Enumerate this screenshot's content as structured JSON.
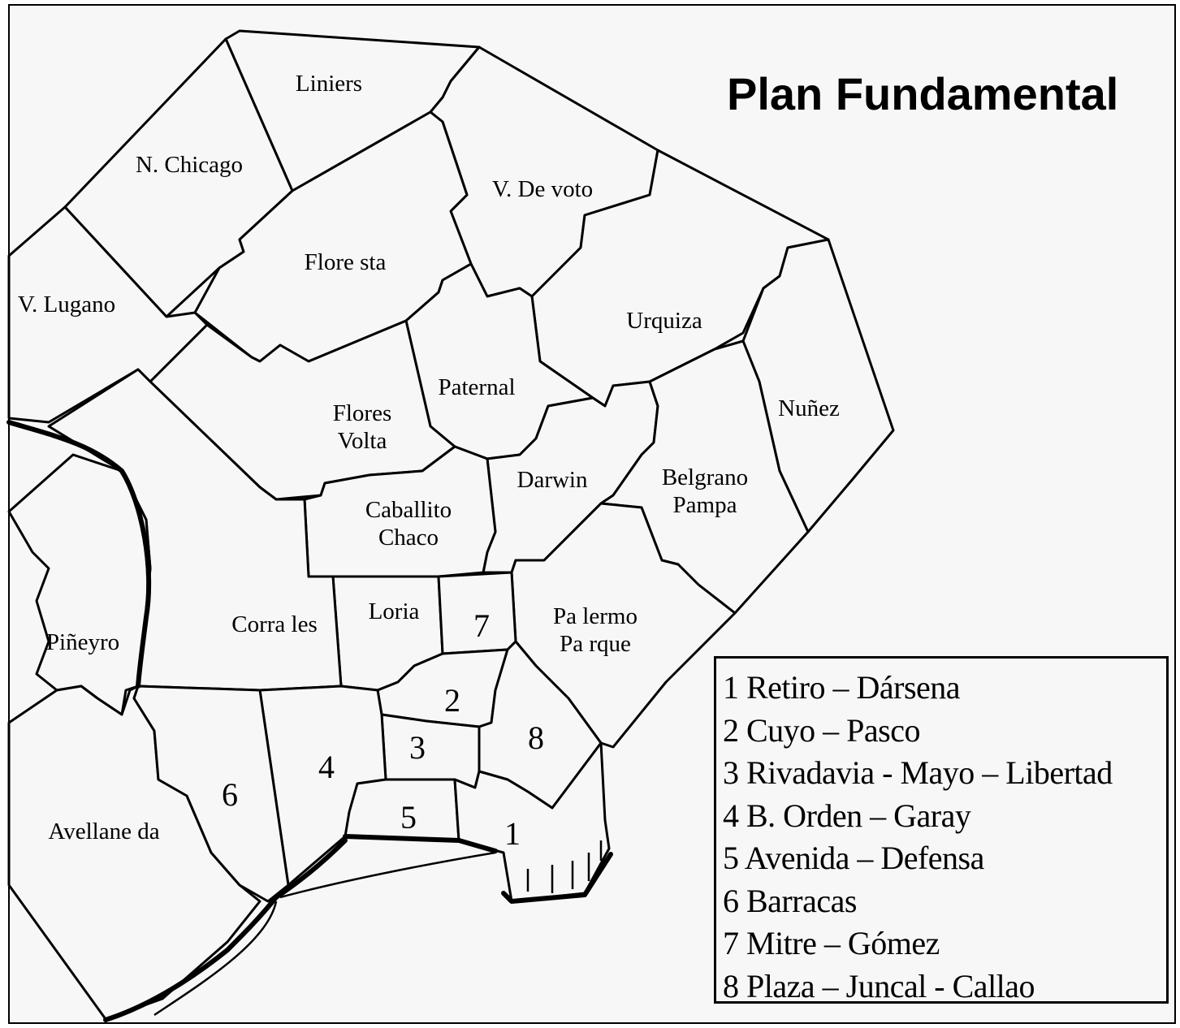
{
  "title": "Plan Fundamental",
  "areas": [
    {
      "id": "liniers",
      "label": "Liniers"
    },
    {
      "id": "n-chicago",
      "label": "N. Chicago"
    },
    {
      "id": "v-devoto",
      "label": "V. De voto"
    },
    {
      "id": "floresta",
      "label": "Flore sta"
    },
    {
      "id": "v-lugano",
      "label": "V. Lugano"
    },
    {
      "id": "urquiza",
      "label": "Urquiza"
    },
    {
      "id": "paternal",
      "label": "Paternal"
    },
    {
      "id": "nunez",
      "label": "Nuñez"
    },
    {
      "id": "flores-volta",
      "label": "Flores Volta"
    },
    {
      "id": "darwin",
      "label": "Darwin"
    },
    {
      "id": "belgrano-pampa",
      "label": "Belgrano Pampa"
    },
    {
      "id": "caballito-chaco",
      "label": "Caballito Chaco"
    },
    {
      "id": "loria",
      "label": "Loria"
    },
    {
      "id": "palermo-parque",
      "label": "Pa lermo Pa rque"
    },
    {
      "id": "corrales",
      "label": "Corra les"
    },
    {
      "id": "pineyro",
      "label": "Piñeyro"
    },
    {
      "id": "avellaneda",
      "label": "Avellane da"
    }
  ],
  "central_numbers": [
    "7",
    "2",
    "3",
    "8",
    "4",
    "6",
    "5",
    "1"
  ],
  "legend": [
    "1 Retiro – Dársena",
    "2 Cuyo – Pasco",
    "3 Rivadavia - Mayo – Libertad",
    "4 B. Orden – Garay",
    "5 Avenida – Defensa",
    "6 Barracas",
    "7 Mitre – Gómez",
    "8 Plaza – Juncal - Callao"
  ]
}
